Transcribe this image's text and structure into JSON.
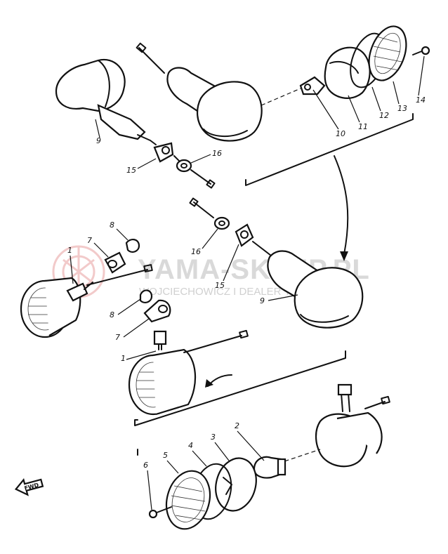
{
  "watermark": {
    "title": "YAMA-SKLEP.PL",
    "subtitle": "WOJCIECHOWICZ I DEALER YAMAHA",
    "logo": "yamaha-tuning-fork-logo",
    "logo_color": "#e8a0a0"
  },
  "direction_label": "FWD",
  "callouts": {
    "upper_section": [
      "9",
      "15",
      "16",
      "10",
      "11",
      "12",
      "13",
      "14"
    ],
    "middle_section": [
      "1",
      "7",
      "8",
      "16",
      "15",
      "9",
      "8",
      "7"
    ],
    "lower_section": [
      "1",
      "2",
      "3",
      "4",
      "5",
      "6"
    ]
  }
}
